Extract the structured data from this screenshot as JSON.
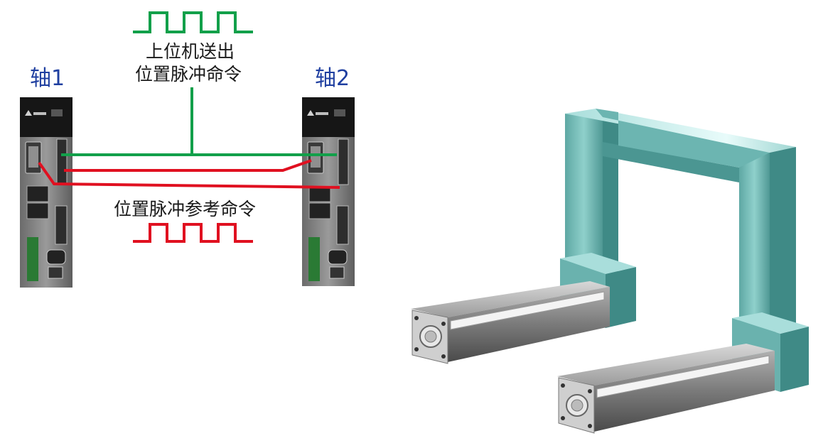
{
  "diagram": {
    "axis1_label": "轴1",
    "axis2_label": "轴2",
    "host_command_line1": "上位机送出",
    "host_command_line2": "位置脉冲命令",
    "reference_command": "位置脉冲参考命令",
    "colors": {
      "host_signal": "#12a04a",
      "reference_signal": "#e01020",
      "axis_label": "#1f3fa0",
      "gantry": "#7cc0bd",
      "rail": "#8a8a8a"
    }
  }
}
